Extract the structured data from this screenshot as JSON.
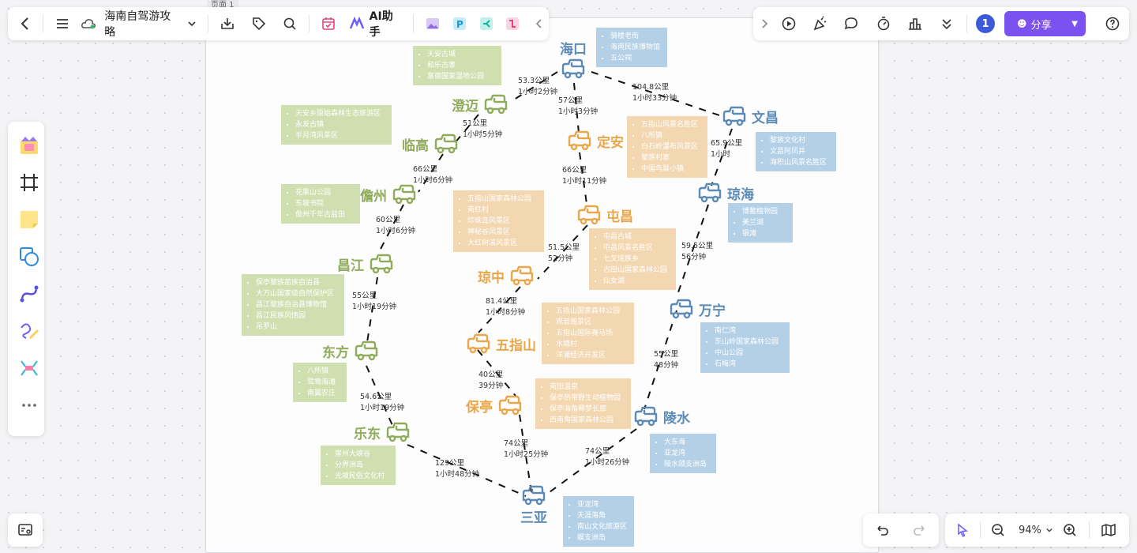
{
  "frame_label": "页面 1",
  "header": {
    "doc_title": "海南自驾游攻略",
    "ai_label": "AI助手",
    "share_label": "分享",
    "avatar_text": "1"
  },
  "zoom": {
    "value": "94%"
  },
  "icons": [
    "back-icon",
    "menu-icon",
    "cloud-icon",
    "chevron-down-icon",
    "download-icon",
    "tag-icon",
    "search-icon",
    "calendar-icon",
    "ai-icon",
    "image-icon",
    "p-icon",
    "mindmap-icon",
    "flow-icon",
    "collapse-icon",
    "expand-icon",
    "play-icon",
    "party-icon",
    "comment-icon",
    "timer-icon",
    "vote-icon",
    "more-down-icon",
    "help-icon",
    "template-icon",
    "frame-icon",
    "sticky-icon",
    "shape-icon",
    "connector-icon",
    "pen-icon",
    "mindmap-tool-icon",
    "more-icon",
    "minimap-icon",
    "undo-icon",
    "redo-icon",
    "select-icon",
    "zoom-out-icon",
    "zoom-in-icon",
    "map-icon"
  ],
  "colors": {
    "accent": "#7b52f0",
    "west": "#8fab5b",
    "central": "#eaa64a",
    "east": "#5b8bb5"
  },
  "cities": {
    "haikou": "海口",
    "chengmai": "澄迈",
    "lingao": "临高",
    "danzhou": "儋州",
    "changjiang": "昌江",
    "dongfang": "东方",
    "ledong": "乐东",
    "sanya": "三亚",
    "lingshui": "陵水",
    "wanning": "万宁",
    "qionghai": "琼海",
    "wenchang": "文昌",
    "ding_an": "定安",
    "tunchang": "屯昌",
    "qiongzhong": "琼中",
    "wuzhishan": "五指山",
    "baoting": "保亭"
  },
  "attractions": {
    "haikou": [
      "骑楼老街",
      "海南民族博物馆",
      "五公祠"
    ],
    "chengmai": [
      "天安古城",
      "和乐古寨",
      "富德国家湿地公园"
    ],
    "lingao": [
      "天安乡原始森林生态旅游区",
      "永发古镇",
      "半月湾风景区"
    ],
    "danzhou": [
      "花果山公园",
      "东坡书院",
      "儋州千年古盐田"
    ],
    "changjiang": [
      "保亭黎族苗族自治县",
      "大万山国家级自然保护区",
      "昌江黎族自治县博物馆",
      "昌江民族风情园",
      "吊罗山"
    ],
    "dongfang": [
      "八所镇",
      "鸳鸯海滩",
      "南翼农庄"
    ],
    "ledong": [
      "崖州大峡谷",
      "分界洲岛",
      "光坡民俗文化村"
    ],
    "sanya": [
      "亚龙湾",
      "天涯海角",
      "南山文化旅游区",
      "蜈支洲岛"
    ],
    "lingshui": [
      "大东海",
      "亚龙湾",
      "陵水颌支洲岛"
    ],
    "wanning": [
      "南仁湾",
      "东山岭国家森林公园",
      "中山公园",
      "石梅湾"
    ],
    "qionghai": [
      "博鳌植物园",
      "美兰湖",
      "银滩"
    ],
    "wenchang": [
      "黎族文化村",
      "文昌阿凤井",
      "海积山风景名胜区"
    ],
    "ding_an": [
      "五指山风景名胜区",
      "八所镇",
      "白石岭瀑布风景区",
      "黎族村寨",
      "中国鸟巢小镇"
    ],
    "tunchang": [
      "屯昌古城",
      "屯昌风景名胜区",
      "七叉瑶族乡",
      "古田山国家森林公园",
      "仙女湖"
    ],
    "qiongzhong": [
      "五指山国家森林公园",
      "南红村",
      "珍珠岛风景区",
      "神秘谷风景区",
      "大红树溪风景区"
    ],
    "wuzhishan": [
      "五指山国家森林公园",
      "观音阁景区",
      "五指山国际赛马场",
      "水塘村",
      "洋浦经济开发区"
    ],
    "baoting": [
      "南田温泉",
      "保亭热带野生动植物园",
      "保亭海角椰梦长廊",
      "西南角国家森林公园"
    ]
  },
  "distances": {
    "haikou_chengmai": [
      "53.3公里",
      "1小时2分钟"
    ],
    "chengmai_lingao": [
      "51公里",
      "1小时5分钟"
    ],
    "lingao_danzhou": [
      "66公里",
      "1小时6分钟"
    ],
    "danzhou_changjiang": [
      "60公里",
      "1小时6分钟"
    ],
    "changjiang_dongfang": [
      "55公里",
      "1小时19分钟"
    ],
    "dongfang_ledong": [
      "54.6公里",
      "1小时19分钟"
    ],
    "ledong_sanya": [
      "129公里",
      "1小时48分钟"
    ],
    "haikou_ding_an": [
      "57公里",
      "1小时3分钟"
    ],
    "ding_an_tunchang": [
      "66公里",
      "1小时11分钟"
    ],
    "tunchang_qiongzhong": [
      "51.5公里",
      "52分钟"
    ],
    "qiongzhong_wuzhishan": [
      "81.4公里",
      "1小时8分钟"
    ],
    "wuzhishan_baoting": [
      "40公里",
      "39分钟"
    ],
    "baoting_sanya": [
      "74公里",
      "1小时25分钟"
    ],
    "haikou_wenchang": [
      "104.8公里",
      "1小时33分钟"
    ],
    "wenchang_qionghai": [
      "65.9公里",
      "1小时"
    ],
    "qionghai_wanning": [
      "59.5公里",
      "56分钟"
    ],
    "wanning_lingshui": [
      "55公里",
      "48分钟"
    ],
    "lingshui_sanya": [
      "74公里",
      "1小时26分钟"
    ]
  }
}
